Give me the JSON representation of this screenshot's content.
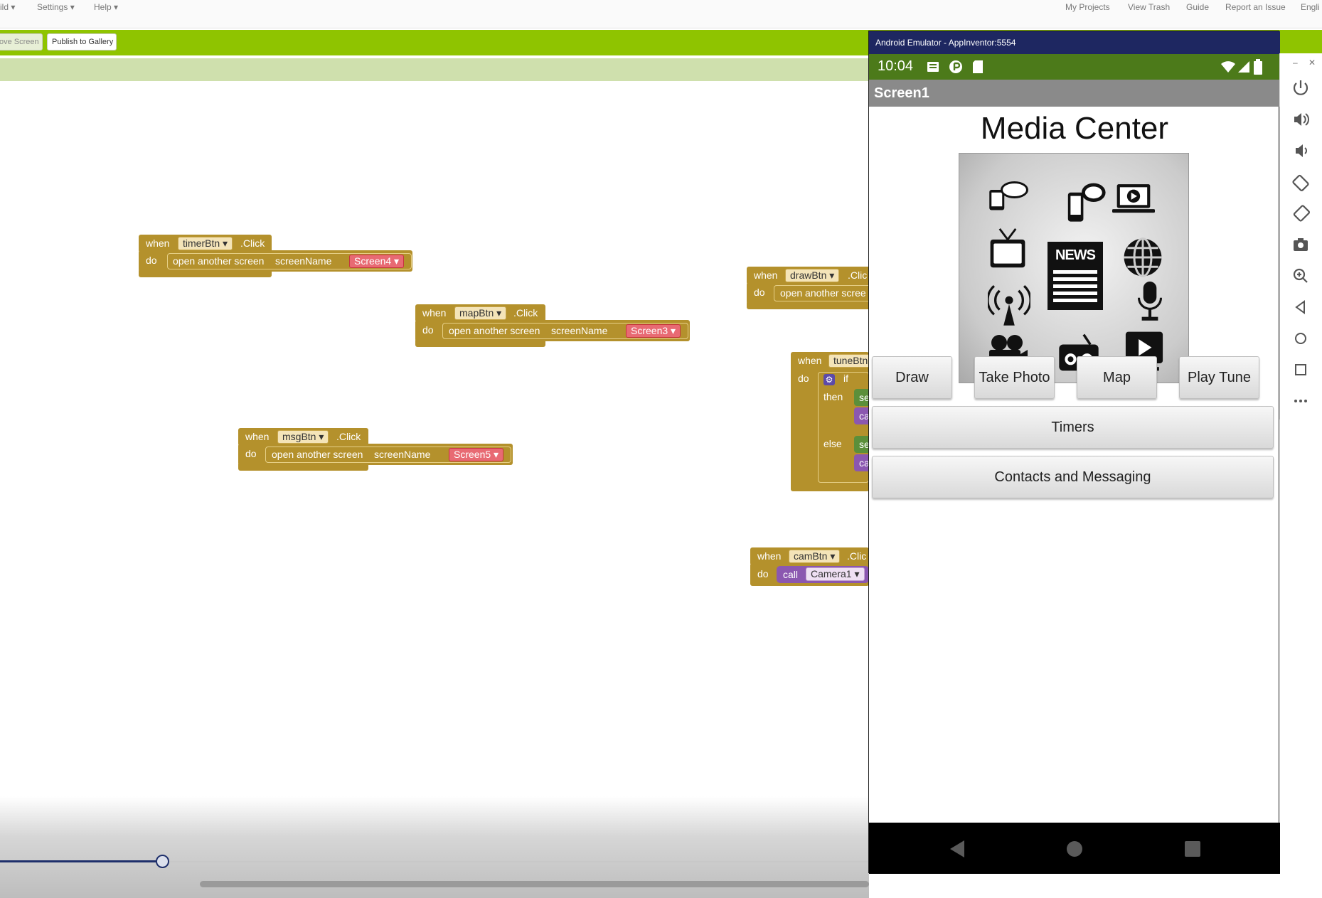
{
  "top_menu": {
    "build": "ild",
    "settings": "Settings",
    "help": "Help",
    "my_projects": "My Projects",
    "view_trash": "View Trash",
    "guide": "Guide",
    "report_issue": "Report an Issue",
    "language": "Engli"
  },
  "designer_bar": {
    "remove_screen": "ove Screen",
    "publish_gallery": "Publish to Gallery"
  },
  "blocks": {
    "timer": {
      "when": "when",
      "component": "timerBtn",
      "event": ".Click",
      "do": "do",
      "action": "open another screen",
      "param": "screenName",
      "value": "Screen4"
    },
    "map": {
      "when": "when",
      "component": "mapBtn",
      "event": ".Click",
      "do": "do",
      "action": "open another screen",
      "param": "screenName",
      "value": "Screen3"
    },
    "msg": {
      "when": "when",
      "component": "msgBtn",
      "event": ".Click",
      "do": "do",
      "action": "open another screen",
      "param": "screenName",
      "value": "Screen5"
    },
    "draw": {
      "when": "when",
      "component": "drawBtn",
      "event": ".Clic",
      "do": "do",
      "action": "open another scree"
    },
    "tune": {
      "when": "when",
      "component": "tuneBtn",
      "do": "do",
      "if": "if",
      "then": "then",
      "else": "else",
      "se1": "se",
      "ca1": "ca",
      "se2": "se",
      "ca2": "ca"
    },
    "cam": {
      "when": "when",
      "component": "camBtn",
      "event": ".Clic",
      "do": "do",
      "call": "call",
      "target": "Camera1"
    }
  },
  "emulator": {
    "window_title": "Android Emulator - AppInventor:5554",
    "time": "10:04",
    "screen_name": "Screen1",
    "app_title": "Media Center",
    "news_label": "NEWS",
    "buttons": {
      "draw": "Draw",
      "take_photo": "Take Photo",
      "map": "Map",
      "play_tune": "Play Tune",
      "timers": "Timers",
      "contacts": "Contacts and Messaging"
    }
  },
  "video_progress": 0.187,
  "colors": {
    "appinventor_green": "#8fc400",
    "event_block": "#b4912c",
    "text_block": "#e86a73",
    "emulator_title": "#1e2761",
    "status_bar": "#4c7a1a",
    "video_bar": "#1e2f6b"
  }
}
